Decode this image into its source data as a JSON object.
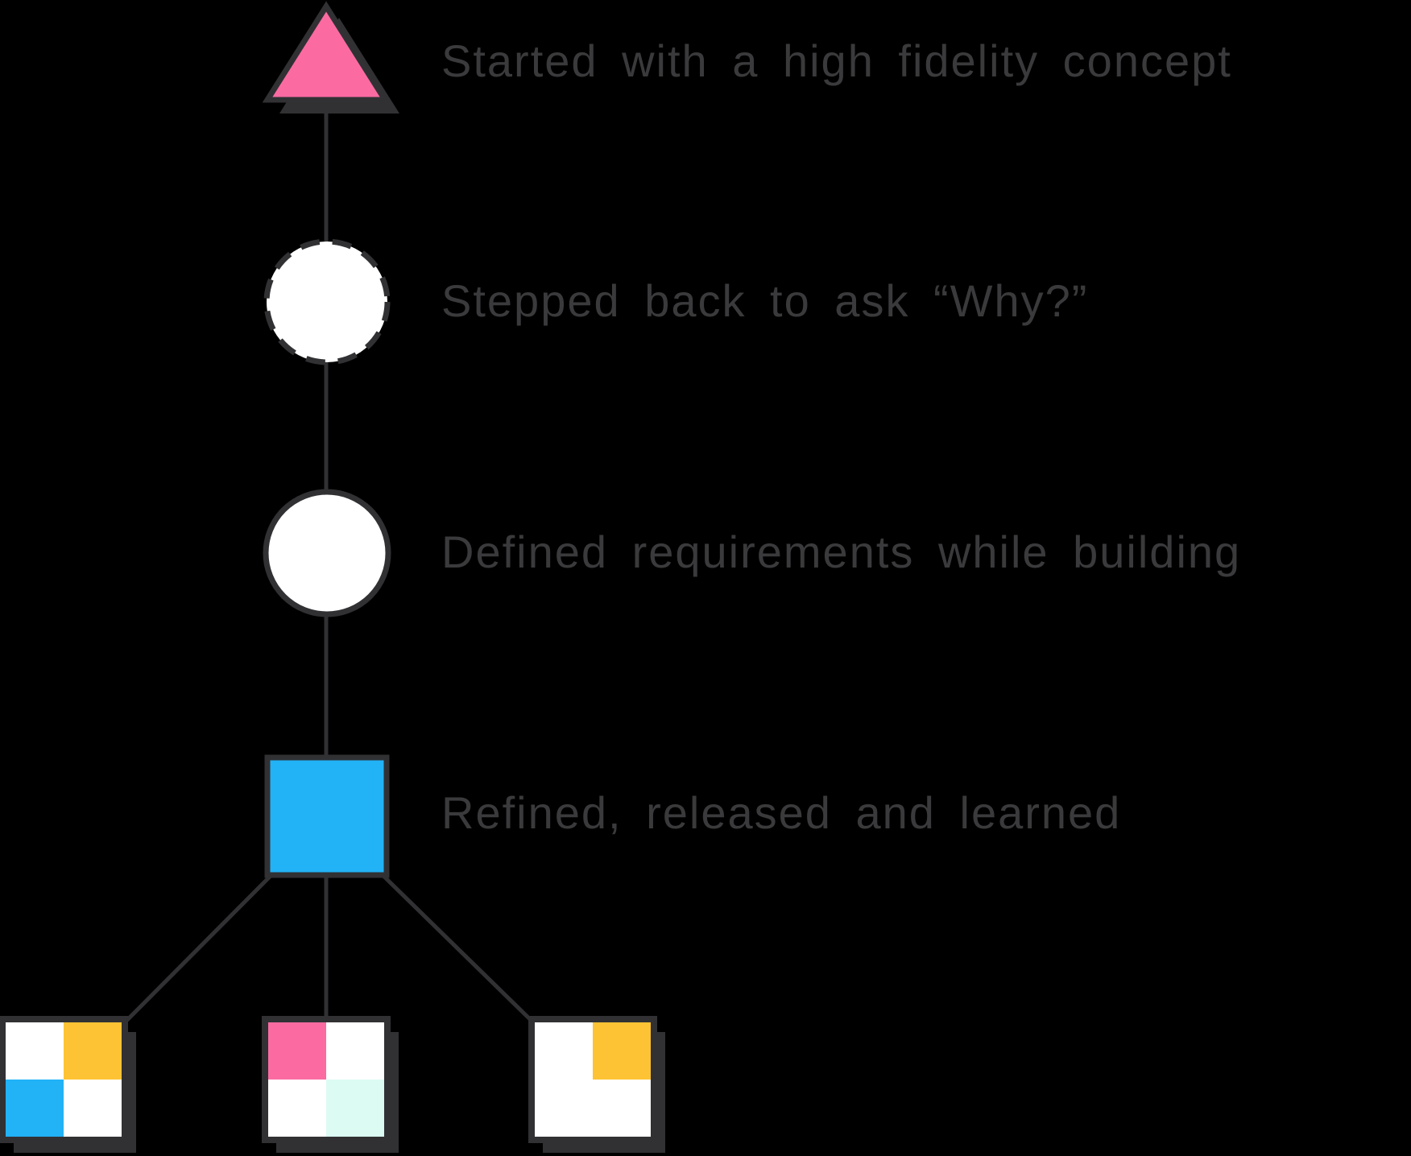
{
  "colors": {
    "background": "#000000",
    "stroke_dark": "#313134",
    "text": "#3A3A3C",
    "pink": "#FB6BA2",
    "blue": "#22B2F6",
    "yellow": "#FDC334",
    "mint": "#DCFBF3",
    "white": "#FFFFFF"
  },
  "steps": [
    {
      "shape": "pink-triangle",
      "label": "Started with a high fidelity concept"
    },
    {
      "shape": "dashed-circle",
      "label": "Stepped back to ask “Why?”"
    },
    {
      "shape": "solid-circle",
      "label": "Defined requirements while building"
    },
    {
      "shape": "blue-square",
      "label": "Refined, released and learned"
    }
  ],
  "variants": [
    {
      "name": "variant-1",
      "quadrants": {
        "top_left": "white",
        "top_right": "yellow",
        "bottom_left": "blue",
        "bottom_right": "white"
      }
    },
    {
      "name": "variant-2",
      "quadrants": {
        "top_left": "pink",
        "top_right": "white",
        "bottom_left": "white",
        "bottom_right": "mint"
      }
    },
    {
      "name": "variant-3",
      "quadrants": {
        "top_left": "white",
        "top_right": "yellow",
        "bottom_left": "white",
        "bottom_right": "white"
      }
    }
  ]
}
